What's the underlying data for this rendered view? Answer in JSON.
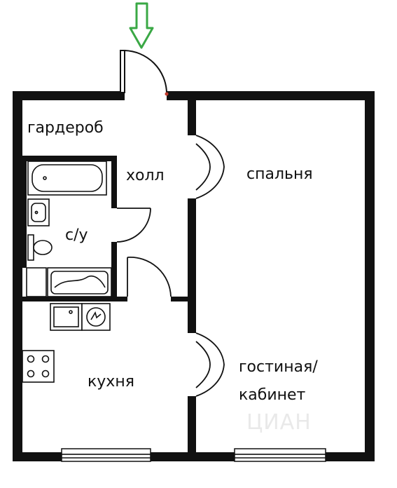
{
  "floor_plan": {
    "entrance_marker": {
      "icon": "arrow-down-icon",
      "color": "#3aa845"
    },
    "rooms": {
      "wardrobe": "гардероб",
      "hall": "холл",
      "bedroom": "спальня",
      "bathroom": "с/у",
      "kitchen": "кухня",
      "living_line1": "гостиная/",
      "living_line2": "кабинет"
    },
    "wall_color": "#111111",
    "watermark": "ЦИАН"
  }
}
